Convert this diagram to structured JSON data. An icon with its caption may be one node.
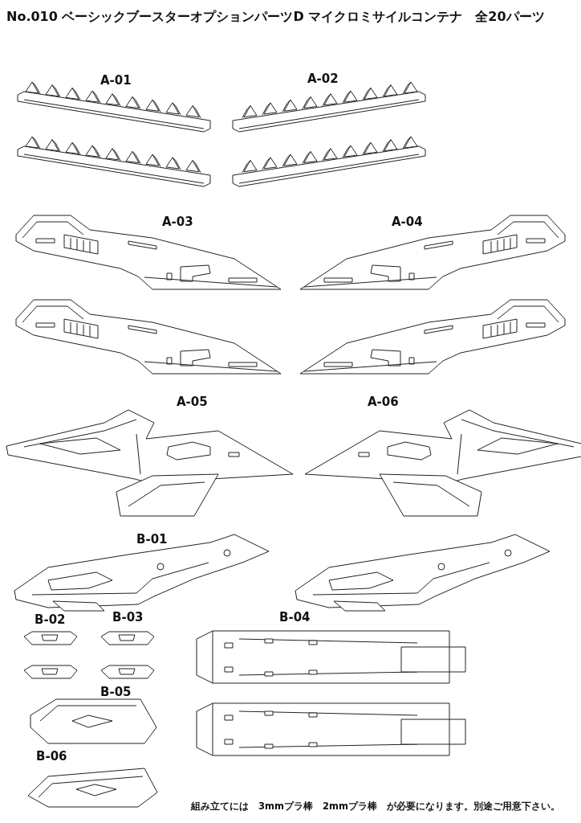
{
  "diagram": {
    "title": "No.010 ベーシックブースターオプションパーツD マイクロミサイルコンテナ　全20パーツ",
    "labels": [
      "A-01",
      "A-02",
      "A-03",
      "A-04",
      "A-05",
      "A-06",
      "B-01",
      "B-02",
      "B-03",
      "B-04",
      "B-05",
      "B-06",
      "組み立てには　3mmプラ棒　2mmプラ棒　が必要になります。別途ご用意下さい。"
    ]
  }
}
